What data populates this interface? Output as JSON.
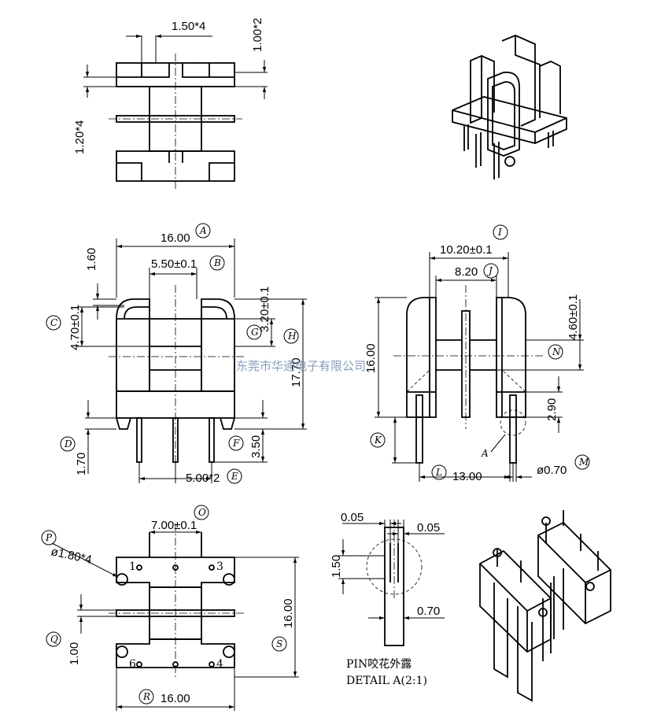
{
  "top_view": {
    "dim_pin_width": "1.50*4",
    "dim_pin_thickness": "1.00*2",
    "dim_slot_height": "1.20*4"
  },
  "front_view": {
    "dim_width": "16.00",
    "dim_slot_spacing": "5.50±0.1",
    "dim_top_flange": "1.60",
    "dim_left_window": "4.70±0.1",
    "dim_inner_height": "3.20±0.1",
    "dim_total_height": "17.70",
    "dim_standoff": "1.70",
    "dim_pin_length": "3.50",
    "dim_pin_pitch": "5.00*2",
    "labels": {
      "A": "A",
      "B": "B",
      "C": "C",
      "D": "D",
      "E": "E",
      "F": "F",
      "G": "G",
      "H": "H"
    }
  },
  "side_view": {
    "dim_outer": "10.20±0.1",
    "dim_inner": "8.20",
    "dim_height": "16.00",
    "dim_window": "4.60±0.1",
    "dim_pin_exposed": "2.90",
    "dim_length": "13.00",
    "dim_pin_dia": "ø0.70",
    "detail_callout": "A",
    "labels": {
      "I": "I",
      "J": "J",
      "K": "K",
      "L": "L",
      "M": "M",
      "N": "N"
    }
  },
  "bottom_view": {
    "dim_pin_span": "7.00±0.1",
    "dim_hole": "ø1.80*4",
    "dim_height": "16.00",
    "dim_rib": "1.00",
    "dim_width": "16.00",
    "pin_numbers": {
      "p1": "1",
      "p3": "3",
      "p4": "4",
      "p6": "6"
    },
    "labels": {
      "O": "O",
      "P": "P",
      "Q": "Q",
      "R": "R",
      "S": "S"
    }
  },
  "detail_a": {
    "dim_left_gap": "0.05",
    "dim_right_gap": "0.05",
    "dim_height": "1.50",
    "dim_width": "0.70",
    "note_line1": "PIN咬花外露",
    "note_line2": "DETAIL A(2:1)"
  },
  "watermark": "东莞市华通电子有限公司"
}
